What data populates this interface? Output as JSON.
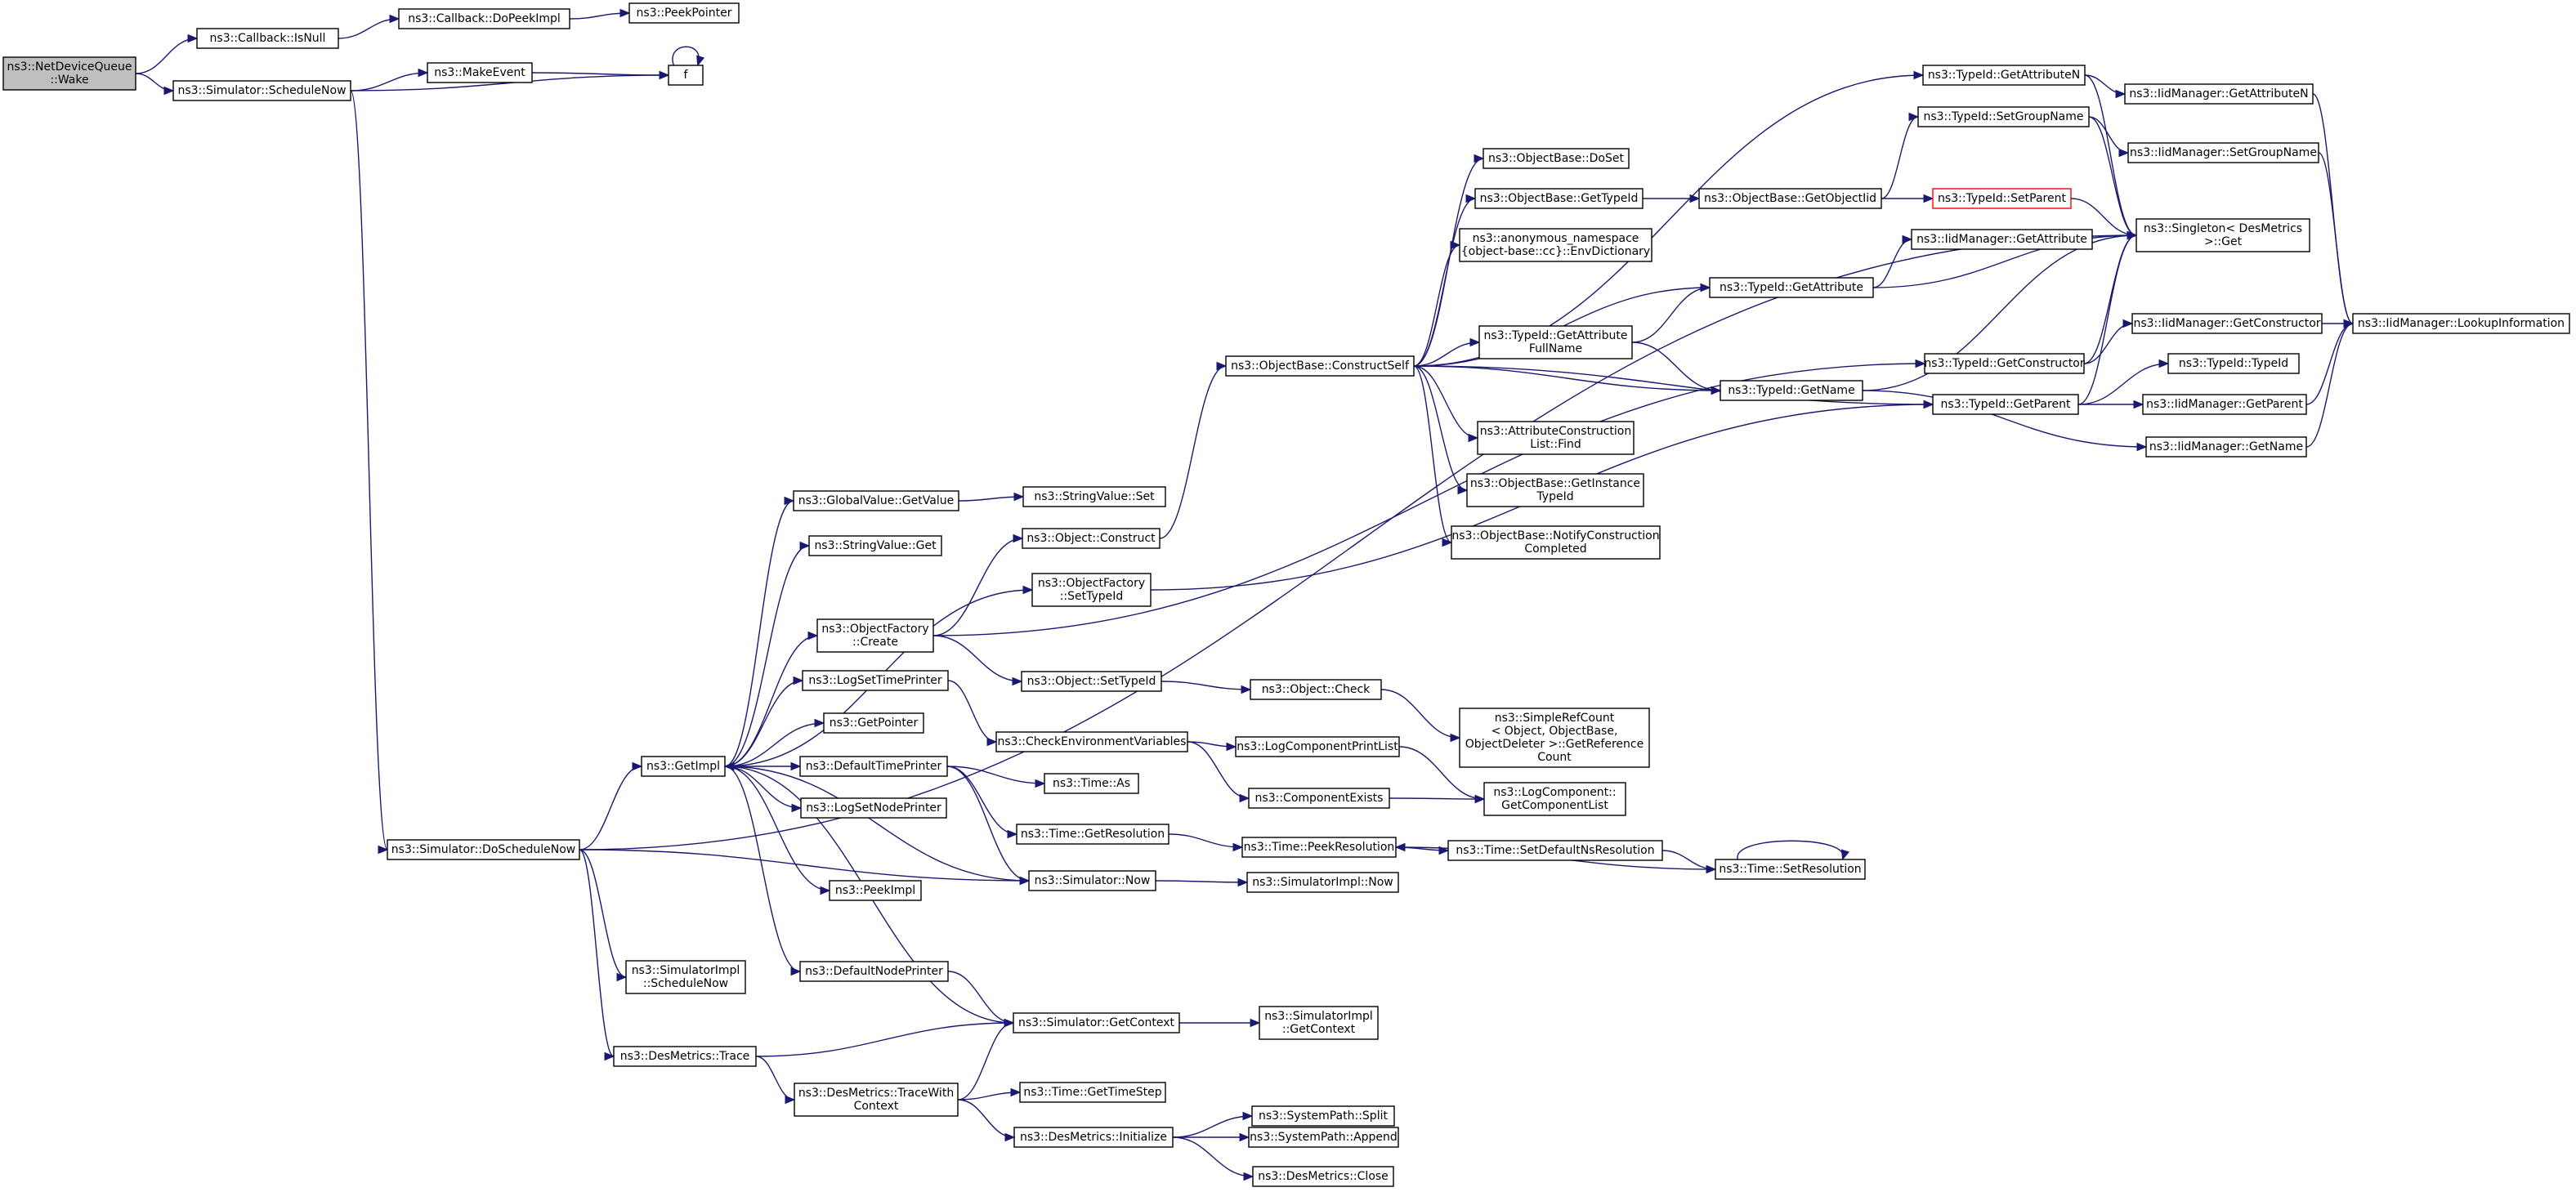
{
  "diagram": {
    "type": "call-graph",
    "nodes": [
      {
        "id": "wake",
        "lines": [
          "ns3::NetDeviceQueue",
          "::Wake"
        ],
        "style": "root"
      },
      {
        "id": "isnull",
        "lines": [
          "ns3::Callback::IsNull"
        ]
      },
      {
        "id": "dopeek",
        "lines": [
          "ns3::Callback::DoPeekImpl"
        ]
      },
      {
        "id": "peekptr",
        "lines": [
          "ns3::PeekPointer"
        ]
      },
      {
        "id": "schednow",
        "lines": [
          "ns3::Simulator::ScheduleNow"
        ]
      },
      {
        "id": "makeevent",
        "lines": [
          "ns3::MakeEvent"
        ]
      },
      {
        "id": "f",
        "lines": [
          "f"
        ]
      },
      {
        "id": "getattrn",
        "lines": [
          "ns3::TypeId::GetAttributeN"
        ]
      },
      {
        "id": "iid_getattrn",
        "lines": [
          "ns3::IidManager::GetAttributeN"
        ]
      },
      {
        "id": "setgroupname",
        "lines": [
          "ns3::TypeId::SetGroupName"
        ]
      },
      {
        "id": "iid_setgroupname",
        "lines": [
          "ns3::IidManager::SetGroupName"
        ]
      },
      {
        "id": "doset",
        "lines": [
          "ns3::ObjectBase::DoSet"
        ]
      },
      {
        "id": "ob_gettypeid",
        "lines": [
          "ns3::ObjectBase::GetTypeId"
        ]
      },
      {
        "id": "getobjectiid",
        "lines": [
          "ns3::ObjectBase::GetObjectIid"
        ]
      },
      {
        "id": "setparent",
        "lines": [
          "ns3::TypeId::SetParent"
        ],
        "style": "red"
      },
      {
        "id": "singleton",
        "lines": [
          "ns3::Singleton< DesMetrics",
          ">::Get"
        ]
      },
      {
        "id": "envdict",
        "lines": [
          "ns3::anonymous_namespace",
          "{object-base::cc}::EnvDictionary"
        ]
      },
      {
        "id": "iid_getattr",
        "lines": [
          "ns3::IidManager::GetAttribute"
        ]
      },
      {
        "id": "getattr",
        "lines": [
          "ns3::TypeId::GetAttribute"
        ]
      },
      {
        "id": "iid_getctor",
        "lines": [
          "ns3::IidManager::GetConstructor"
        ]
      },
      {
        "id": "lookup",
        "lines": [
          "ns3::IidManager::LookupInformation"
        ]
      },
      {
        "id": "getattrfull",
        "lines": [
          "ns3::TypeId::GetAttribute",
          "FullName"
        ]
      },
      {
        "id": "getctor",
        "lines": [
          "ns3::TypeId::GetConstructor"
        ]
      },
      {
        "id": "typeid",
        "lines": [
          "ns3::TypeId::TypeId"
        ]
      },
      {
        "id": "constructself",
        "lines": [
          "ns3::ObjectBase::ConstructSelf"
        ]
      },
      {
        "id": "getname",
        "lines": [
          "ns3::TypeId::GetName"
        ]
      },
      {
        "id": "getparent",
        "lines": [
          "ns3::TypeId::GetParent"
        ]
      },
      {
        "id": "iid_getparent",
        "lines": [
          "ns3::IidManager::GetParent"
        ]
      },
      {
        "id": "iid_getname",
        "lines": [
          "ns3::IidManager::GetName"
        ]
      },
      {
        "id": "acl_find",
        "lines": [
          "ns3::AttributeConstruction",
          "List::Find"
        ]
      },
      {
        "id": "getinstancetypeid",
        "lines": [
          "ns3::ObjectBase::GetInstance",
          "TypeId"
        ]
      },
      {
        "id": "notifyctor",
        "lines": [
          "ns3::ObjectBase::NotifyConstruction",
          "Completed"
        ]
      },
      {
        "id": "gv_getvalue",
        "lines": [
          "ns3::GlobalValue::GetValue"
        ]
      },
      {
        "id": "sv_set",
        "lines": [
          "ns3::StringValue::Set"
        ]
      },
      {
        "id": "sv_get",
        "lines": [
          "ns3::StringValue::Get"
        ]
      },
      {
        "id": "obj_construct",
        "lines": [
          "ns3::Object::Construct"
        ]
      },
      {
        "id": "of_settypeid",
        "lines": [
          "ns3::ObjectFactory",
          "::SetTypeId"
        ]
      },
      {
        "id": "of_create",
        "lines": [
          "ns3::ObjectFactory",
          "::Create"
        ]
      },
      {
        "id": "logsettimeprinter",
        "lines": [
          "ns3::LogSetTimePrinter"
        ]
      },
      {
        "id": "obj_settypeid",
        "lines": [
          "ns3::Object::SetTypeId"
        ]
      },
      {
        "id": "obj_check",
        "lines": [
          "ns3::Object::Check"
        ]
      },
      {
        "id": "getpointer",
        "lines": [
          "ns3::GetPointer"
        ]
      },
      {
        "id": "simplerefcount",
        "lines": [
          "ns3::SimpleRefCount",
          "< Object, ObjectBase,",
          "ObjectDeleter >::GetReference",
          "Count"
        ]
      },
      {
        "id": "checkenv",
        "lines": [
          "ns3::CheckEnvironmentVariables"
        ]
      },
      {
        "id": "logcompprintlist",
        "lines": [
          "ns3::LogComponentPrintList"
        ]
      },
      {
        "id": "getimpl",
        "lines": [
          "ns3::GetImpl"
        ]
      },
      {
        "id": "defaulttimeprinter",
        "lines": [
          "ns3::DefaultTimePrinter"
        ]
      },
      {
        "id": "time_as",
        "lines": [
          "ns3::Time::As"
        ]
      },
      {
        "id": "compexists",
        "lines": [
          "ns3::ComponentExists"
        ]
      },
      {
        "id": "logcomp_getlist",
        "lines": [
          "ns3::LogComponent::",
          "GetComponentList"
        ]
      },
      {
        "id": "logsetnodeprinter",
        "lines": [
          "ns3::LogSetNodePrinter"
        ]
      },
      {
        "id": "time_getres",
        "lines": [
          "ns3::Time::GetResolution"
        ]
      },
      {
        "id": "time_peekres",
        "lines": [
          "ns3::Time::PeekResolution"
        ]
      },
      {
        "id": "time_setdefaultns",
        "lines": [
          "ns3::Time::SetDefaultNsResolution"
        ]
      },
      {
        "id": "doschednow",
        "lines": [
          "ns3::Simulator::DoScheduleNow"
        ]
      },
      {
        "id": "time_setres",
        "lines": [
          "ns3::Time::SetResolution"
        ]
      },
      {
        "id": "peekimpl",
        "lines": [
          "ns3::PeekImpl"
        ]
      },
      {
        "id": "sim_now",
        "lines": [
          "ns3::Simulator::Now"
        ]
      },
      {
        "id": "simimpl_now",
        "lines": [
          "ns3::SimulatorImpl::Now"
        ]
      },
      {
        "id": "simimpl_schednow",
        "lines": [
          "ns3::SimulatorImpl",
          "::ScheduleNow"
        ]
      },
      {
        "id": "defaultnodeprinter",
        "lines": [
          "ns3::DefaultNodePrinter"
        ]
      },
      {
        "id": "sim_getcontext",
        "lines": [
          "ns3::Simulator::GetContext"
        ]
      },
      {
        "id": "simimpl_getcontext",
        "lines": [
          "ns3::SimulatorImpl",
          "::GetContext"
        ]
      },
      {
        "id": "dm_trace",
        "lines": [
          "ns3::DesMetrics::Trace"
        ]
      },
      {
        "id": "dm_tracewithctx",
        "lines": [
          "ns3::DesMetrics::TraceWith",
          "Context"
        ]
      },
      {
        "id": "time_gettimestep",
        "lines": [
          "ns3::Time::GetTimeStep"
        ]
      },
      {
        "id": "sp_split",
        "lines": [
          "ns3::SystemPath::Split"
        ]
      },
      {
        "id": "dm_initialize",
        "lines": [
          "ns3::DesMetrics::Initialize"
        ]
      },
      {
        "id": "sp_append",
        "lines": [
          "ns3::SystemPath::Append"
        ]
      },
      {
        "id": "dm_close",
        "lines": [
          "ns3::DesMetrics::Close"
        ]
      }
    ],
    "edges": [
      [
        "wake",
        "isnull"
      ],
      [
        "wake",
        "schednow"
      ],
      [
        "isnull",
        "dopeek"
      ],
      [
        "dopeek",
        "peekptr"
      ],
      [
        "schednow",
        "makeevent"
      ],
      [
        "schednow",
        "f"
      ],
      [
        "makeevent",
        "f"
      ],
      [
        "f",
        "f"
      ],
      [
        "schednow",
        "doschednow"
      ],
      [
        "doschednow",
        "singleton"
      ],
      [
        "doschednow",
        "getimpl"
      ],
      [
        "doschednow",
        "sim_now"
      ],
      [
        "doschednow",
        "simimpl_schednow"
      ],
      [
        "doschednow",
        "dm_trace"
      ],
      [
        "getattrn",
        "iid_getattrn"
      ],
      [
        "getattrn",
        "singleton"
      ],
      [
        "iid_getattrn",
        "lookup"
      ],
      [
        "setgroupname",
        "iid_setgroupname"
      ],
      [
        "setgroupname",
        "singleton"
      ],
      [
        "iid_setgroupname",
        "lookup"
      ],
      [
        "ob_gettypeid",
        "getobjectiid"
      ],
      [
        "getobjectiid",
        "setgroupname"
      ],
      [
        "getobjectiid",
        "setparent"
      ],
      [
        "setparent",
        "singleton"
      ],
      [
        "getattr",
        "iid_getattr"
      ],
      [
        "getattr",
        "singleton"
      ],
      [
        "getattrfull",
        "getattr"
      ],
      [
        "getattrfull",
        "getname"
      ],
      [
        "constructself",
        "getattrn"
      ],
      [
        "constructself",
        "doset"
      ],
      [
        "constructself",
        "ob_gettypeid"
      ],
      [
        "constructself",
        "envdict"
      ],
      [
        "constructself",
        "getattr"
      ],
      [
        "constructself",
        "getattrfull"
      ],
      [
        "constructself",
        "getname"
      ],
      [
        "constructself",
        "acl_find"
      ],
      [
        "constructself",
        "getinstancetypeid"
      ],
      [
        "constructself",
        "notifyctor"
      ],
      [
        "constructself",
        "getparent"
      ],
      [
        "getname",
        "singleton"
      ],
      [
        "getname",
        "iid_getname"
      ],
      [
        "getctor",
        "iid_getctor"
      ],
      [
        "getctor",
        "singleton"
      ],
      [
        "iid_getctor",
        "lookup"
      ],
      [
        "getparent",
        "typeid"
      ],
      [
        "getparent",
        "iid_getparent"
      ],
      [
        "getparent",
        "singleton"
      ],
      [
        "iid_getparent",
        "lookup"
      ],
      [
        "iid_getname",
        "lookup"
      ],
      [
        "getimpl",
        "gv_getvalue"
      ],
      [
        "getimpl",
        "sv_get"
      ],
      [
        "getimpl",
        "of_settypeid"
      ],
      [
        "getimpl",
        "of_create"
      ],
      [
        "getimpl",
        "logsettimeprinter"
      ],
      [
        "getimpl",
        "getpointer"
      ],
      [
        "getimpl",
        "defaulttimeprinter"
      ],
      [
        "getimpl",
        "logsetnodeprinter"
      ],
      [
        "getimpl",
        "peekimpl"
      ],
      [
        "getimpl",
        "defaultnodeprinter"
      ],
      [
        "gv_getvalue",
        "sv_set"
      ],
      [
        "obj_construct",
        "constructself"
      ],
      [
        "of_settypeid",
        "getparent"
      ],
      [
        "of_create",
        "obj_construct"
      ],
      [
        "of_create",
        "obj_settypeid"
      ],
      [
        "of_create",
        "getctor"
      ],
      [
        "obj_settypeid",
        "obj_check"
      ],
      [
        "obj_check",
        "simplerefcount"
      ],
      [
        "logsettimeprinter",
        "checkenv"
      ],
      [
        "checkenv",
        "logcompprintlist"
      ],
      [
        "checkenv",
        "compexists"
      ],
      [
        "logcompprintlist",
        "logcomp_getlist"
      ],
      [
        "compexists",
        "logcomp_getlist"
      ],
      [
        "defaulttimeprinter",
        "time_as"
      ],
      [
        "defaulttimeprinter",
        "time_getres"
      ],
      [
        "defaulttimeprinter",
        "sim_now"
      ],
      [
        "time_getres",
        "time_peekres"
      ],
      [
        "time_peekres",
        "time_setdefaultns"
      ],
      [
        "time_setdefaultns",
        "time_setres"
      ],
      [
        "time_setres",
        "time_setres"
      ],
      [
        "time_setres",
        "time_peekres"
      ],
      [
        "sim_now",
        "getimpl"
      ],
      [
        "sim_now",
        "simimpl_now"
      ],
      [
        "defaultnodeprinter",
        "sim_getcontext"
      ],
      [
        "sim_getcontext",
        "getimpl"
      ],
      [
        "sim_getcontext",
        "simimpl_getcontext"
      ],
      [
        "dm_trace",
        "sim_getcontext"
      ],
      [
        "dm_trace",
        "dm_tracewithctx"
      ],
      [
        "dm_tracewithctx",
        "sim_getcontext"
      ],
      [
        "dm_tracewithctx",
        "time_gettimestep"
      ],
      [
        "dm_tracewithctx",
        "dm_initialize"
      ],
      [
        "dm_initialize",
        "sp_split"
      ],
      [
        "dm_initialize",
        "sp_append"
      ],
      [
        "dm_initialize",
        "dm_close"
      ]
    ]
  }
}
